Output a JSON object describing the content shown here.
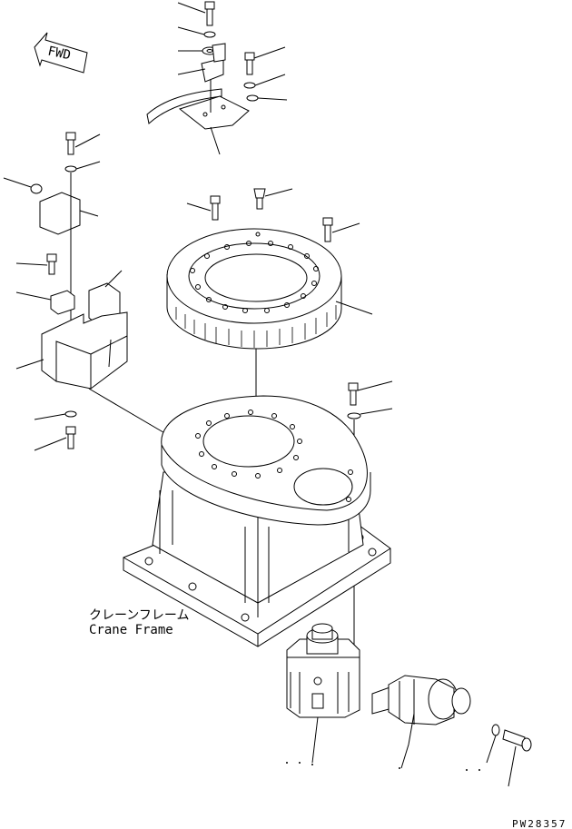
{
  "drawing": {
    "fwd_label": "FWD",
    "frame_label_jp": "クレーンフレーム",
    "frame_label_en": "Crane Frame",
    "drawing_number": "PW28357"
  }
}
